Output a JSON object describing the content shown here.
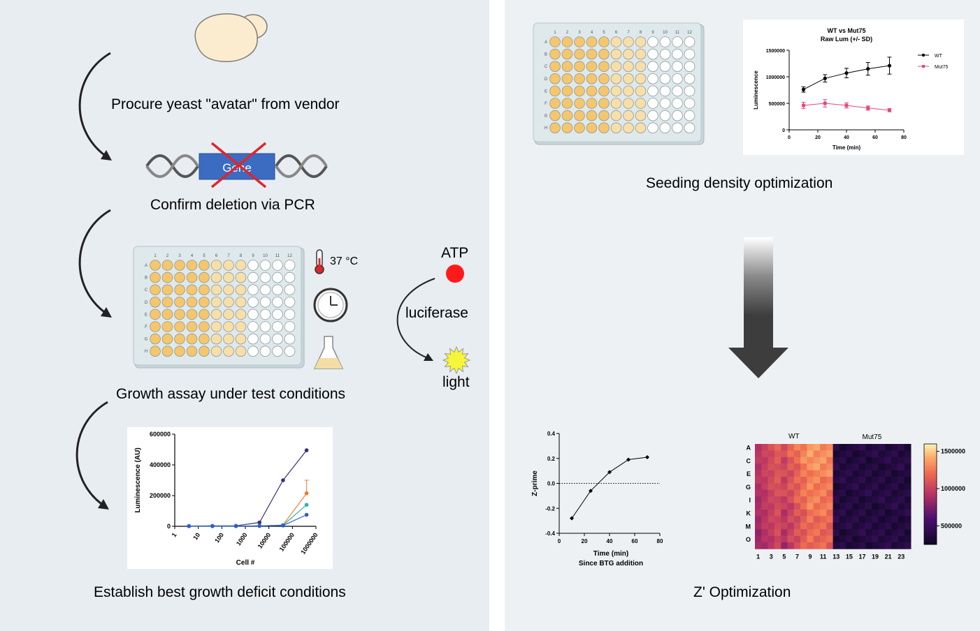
{
  "steps": {
    "procure": "Procure yeast \"avatar\" from vendor",
    "confirm": "Confirm deletion via PCR",
    "growth": "Growth assay under test conditions",
    "establish": "Establish best growth deficit conditions",
    "seeding": "Seeding density optimization",
    "zprime": "Z' Optimization"
  },
  "gene_label": "Gene",
  "conditions": {
    "temperature": "37 °C"
  },
  "reaction": {
    "substrate": "ATP",
    "enzyme": "luciferase",
    "product": "light"
  },
  "plate": {
    "columns": [
      "1",
      "2",
      "3",
      "4",
      "5",
      "6",
      "7",
      "8",
      "9",
      "10",
      "11",
      "12"
    ],
    "rows": [
      "A",
      "B",
      "C",
      "D",
      "E",
      "F",
      "G",
      "H"
    ]
  },
  "colors": {
    "left_bg": "#e8edf1",
    "right_bg": "#eef1f4",
    "well_filled": "#f5c66c",
    "well_empty": "#ffffff",
    "plate_body": "#dfe9ec",
    "gene_box": "#3b6cc2",
    "cross": "#e0262a",
    "atp": "#ff1a1a",
    "light": "#f7f53a",
    "wt_line": "#000000",
    "mut_line": "#e5457f"
  },
  "chart_data": [
    {
      "type": "scatter",
      "title": "",
      "xlabel": "Cell #",
      "ylabel": "Luminescence (AU)",
      "x_scale": "log",
      "x_ticks": [
        "1",
        "10",
        "100",
        "1000",
        "10000",
        "100000",
        "1000000"
      ],
      "y_ticks": [
        "0",
        "200000",
        "400000",
        "600000"
      ],
      "ylim": [
        0,
        600000
      ],
      "series": [
        {
          "color": "#3a2d7a",
          "x": [
            4,
            40,
            400,
            4000,
            40000,
            400000
          ],
          "y": [
            2000,
            2500,
            3000,
            25000,
            300000,
            495000
          ]
        },
        {
          "color": "#f07a2a",
          "x": [
            4,
            40,
            400,
            4000,
            40000,
            400000
          ],
          "y": [
            1000,
            1000,
            1500,
            3000,
            8000,
            215000
          ]
        },
        {
          "color": "#36b0a0",
          "x": [
            4,
            40,
            400,
            4000,
            40000,
            400000
          ],
          "y": [
            1000,
            1000,
            1500,
            2500,
            7000,
            140000
          ]
        },
        {
          "color": "#2a5fd0",
          "x": [
            4,
            40,
            400,
            4000,
            40000,
            400000
          ],
          "y": [
            1000,
            1000,
            1200,
            2000,
            5000,
            75000
          ]
        }
      ]
    },
    {
      "type": "line",
      "title": "WT vs Mut75\nRaw Lum (+/- SD)",
      "xlabel": "Time (min)",
      "ylabel": "Luminescence",
      "xlim": [
        0,
        80
      ],
      "ylim": [
        0,
        1500000
      ],
      "x_ticks": [
        "0",
        "20",
        "40",
        "60",
        "80"
      ],
      "y_ticks": [
        "0",
        "500000",
        "1000000",
        "1500000"
      ],
      "legend": "top-right",
      "series": [
        {
          "name": "WT",
          "x": [
            10,
            25,
            40,
            55,
            70
          ],
          "y": [
            760000,
            970000,
            1070000,
            1150000,
            1210000
          ],
          "sd": [
            50000,
            70000,
            90000,
            120000,
            160000
          ]
        },
        {
          "name": "Mut75",
          "x": [
            10,
            25,
            40,
            55,
            70
          ],
          "y": [
            460000,
            500000,
            460000,
            410000,
            370000
          ],
          "sd": [
            60000,
            70000,
            50000,
            40000,
            30000
          ]
        }
      ]
    },
    {
      "type": "line",
      "title": "",
      "xlabel": "Time (min)\nSince BTG addition",
      "ylabel": "Z-prime",
      "xlim": [
        0,
        80
      ],
      "ylim": [
        -0.4,
        0.4
      ],
      "x_ticks": [
        "0",
        "20",
        "40",
        "60",
        "80"
      ],
      "y_ticks": [
        "-0.4",
        "-0.2",
        "0.0",
        "0.2",
        "0.4"
      ],
      "x": [
        10,
        25,
        40,
        55,
        70
      ],
      "y": [
        -0.28,
        -0.06,
        0.09,
        0.19,
        0.21
      ]
    },
    {
      "type": "heatmap",
      "title": "",
      "groups": [
        "WT",
        "Mut75"
      ],
      "row_labels": [
        "A",
        "C",
        "E",
        "G",
        "I",
        "K",
        "M",
        "O"
      ],
      "col_labels": [
        "1",
        "3",
        "5",
        "7",
        "9",
        "11",
        "13",
        "15",
        "17",
        "19",
        "21",
        "23"
      ],
      "colorbar_ticks": [
        "1500000",
        "1000000",
        "500000"
      ],
      "range": [
        250000,
        1600000
      ]
    }
  ]
}
